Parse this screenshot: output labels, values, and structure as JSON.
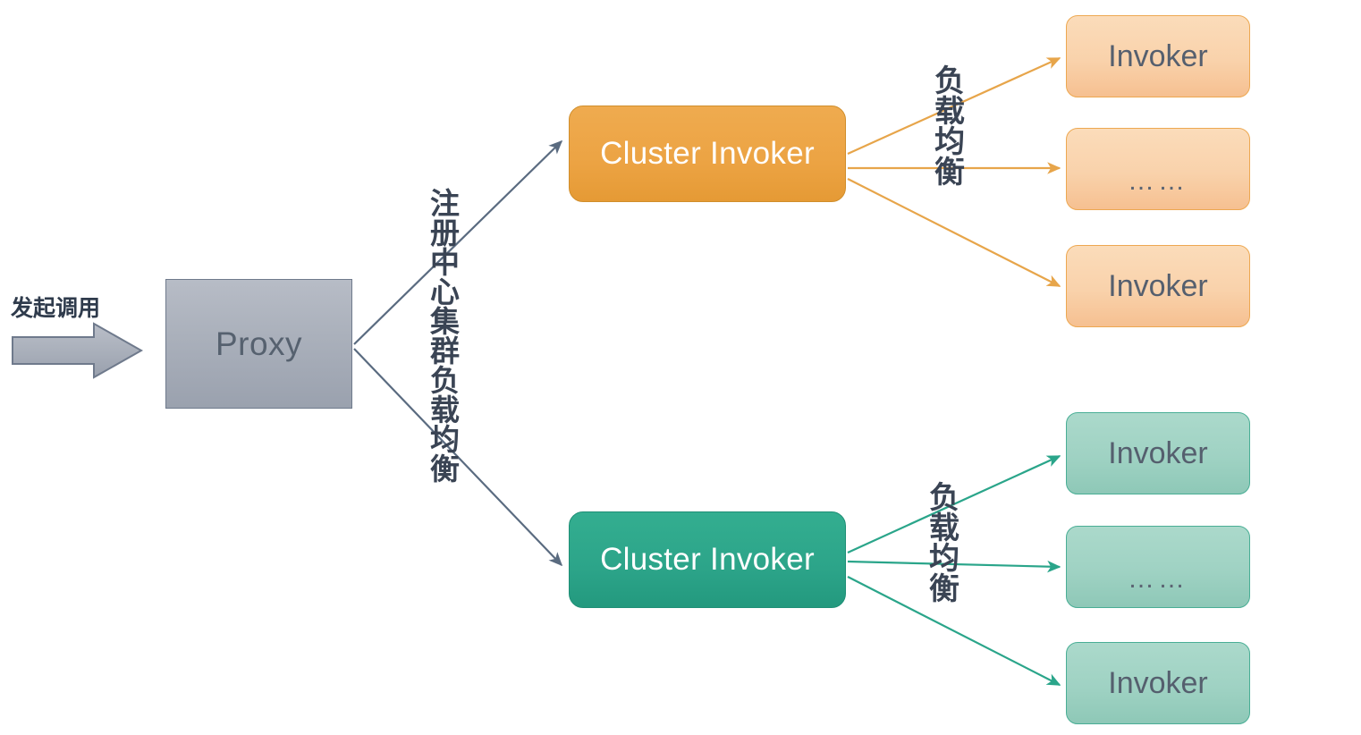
{
  "diagram": {
    "title": "Dubbo Cluster Invoker load balancing architecture",
    "background": "#ffffff",
    "colors": {
      "proxy_fill": "#aab0bb",
      "proxy_border": "#6f7a8c",
      "cluster_orange": "#eca343",
      "cluster_green": "#2ca489",
      "invoker_orange": "#f9d2ab",
      "invoker_green": "#9fd2c3",
      "arrow_gray": "#5a6b80",
      "arrow_orange": "#e7a54a",
      "arrow_green": "#2aa58a",
      "text_dark": "#3a4454",
      "text_light": "#ffffff"
    }
  },
  "entry": {
    "call_label": "发起调用",
    "arrow_icon": "block-arrow-right-icon"
  },
  "proxy": {
    "label": "Proxy"
  },
  "edge_labels": {
    "registry": "注册中心集群负载均衡",
    "load_balance_top": "负载均衡",
    "load_balance_bottom": "负载均衡"
  },
  "clusters": [
    {
      "id": "cluster-orange",
      "label": "Cluster Invoker",
      "color": "#eca343",
      "invokers": [
        {
          "label": "Invoker",
          "kind": "text"
        },
        {
          "label": "……",
          "kind": "dots"
        },
        {
          "label": "Invoker",
          "kind": "text"
        }
      ]
    },
    {
      "id": "cluster-green",
      "label": "Cluster Invoker",
      "color": "#2ca489",
      "invokers": [
        {
          "label": "Invoker",
          "kind": "text"
        },
        {
          "label": "……",
          "kind": "dots"
        },
        {
          "label": "Invoker",
          "kind": "text"
        }
      ]
    }
  ]
}
